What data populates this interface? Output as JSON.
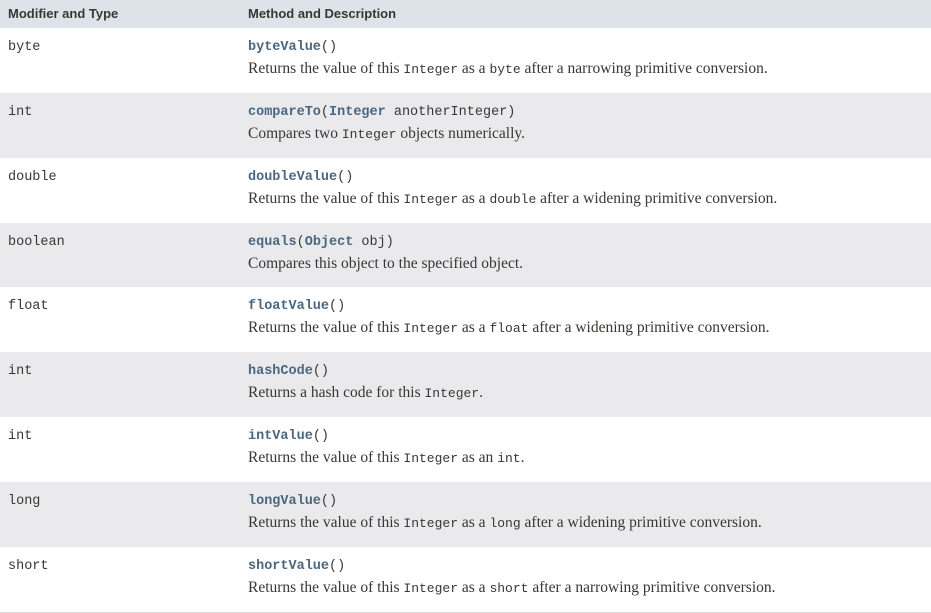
{
  "table": {
    "headers": {
      "type": "Modifier and Type",
      "method": "Method and Description"
    },
    "rows": [
      {
        "type": "byte",
        "method_name": "byteValue",
        "sig_open": "(",
        "sig_params": "",
        "sig_close": ")",
        "desc_pre": "Returns the value of this ",
        "desc_code1": "Integer",
        "desc_mid": " as a ",
        "desc_code2": "byte",
        "desc_post": " after a narrowing primitive conversion."
      },
      {
        "type": "int",
        "method_name": "compareTo",
        "sig_open": "(",
        "sig_param_type": "Integer",
        "sig_param_name": " anotherInteger",
        "sig_close": ")",
        "desc_pre": "Compares two ",
        "desc_code1": "Integer",
        "desc_mid": " objects numerically.",
        "desc_code2": "",
        "desc_post": ""
      },
      {
        "type": "double",
        "method_name": "doubleValue",
        "sig_open": "(",
        "sig_params": "",
        "sig_close": ")",
        "desc_pre": "Returns the value of this ",
        "desc_code1": "Integer",
        "desc_mid": " as a ",
        "desc_code2": "double",
        "desc_post": " after a widening primitive conversion."
      },
      {
        "type": "boolean",
        "method_name": "equals",
        "sig_open": "(",
        "sig_param_type": "Object",
        "sig_param_name": " obj",
        "sig_close": ")",
        "desc_pre": "Compares this object to the specified object.",
        "desc_code1": "",
        "desc_mid": "",
        "desc_code2": "",
        "desc_post": ""
      },
      {
        "type": "float",
        "method_name": "floatValue",
        "sig_open": "(",
        "sig_params": "",
        "sig_close": ")",
        "desc_pre": "Returns the value of this ",
        "desc_code1": "Integer",
        "desc_mid": " as a ",
        "desc_code2": "float",
        "desc_post": " after a widening primitive conversion."
      },
      {
        "type": "int",
        "method_name": "hashCode",
        "sig_open": "(",
        "sig_params": "",
        "sig_close": ")",
        "desc_pre": "Returns a hash code for this ",
        "desc_code1": "Integer",
        "desc_mid": ".",
        "desc_code2": "",
        "desc_post": ""
      },
      {
        "type": "int",
        "method_name": "intValue",
        "sig_open": "(",
        "sig_params": "",
        "sig_close": ")",
        "desc_pre": "Returns the value of this ",
        "desc_code1": "Integer",
        "desc_mid": " as an ",
        "desc_code2": "int",
        "desc_post": "."
      },
      {
        "type": "long",
        "method_name": "longValue",
        "sig_open": "(",
        "sig_params": "",
        "sig_close": ")",
        "desc_pre": "Returns the value of this ",
        "desc_code1": "Integer",
        "desc_mid": " as a ",
        "desc_code2": "long",
        "desc_post": " after a widening primitive conversion."
      },
      {
        "type": "short",
        "method_name": "shortValue",
        "sig_open": "(",
        "sig_params": "",
        "sig_close": ")",
        "desc_pre": "Returns the value of this ",
        "desc_code1": "Integer",
        "desc_mid": " as a ",
        "desc_code2": "short",
        "desc_post": " after a narrowing primitive conversion."
      }
    ]
  },
  "colors": {
    "header_bg": "#dee3e9",
    "row_alt_bg": "#ffffff",
    "row_base_bg": "#eaeaec",
    "link": "#4a6782",
    "text": "#353833",
    "rule": "#dadada"
  }
}
